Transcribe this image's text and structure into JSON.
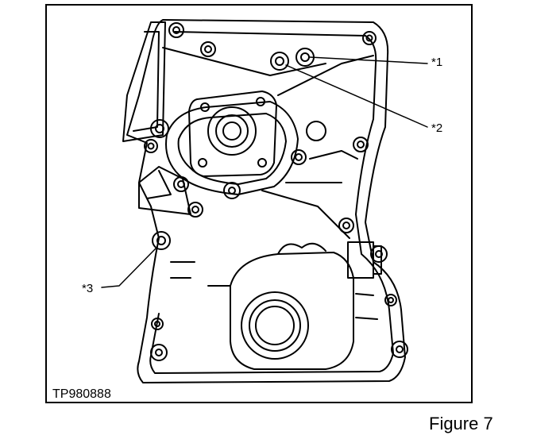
{
  "figure": {
    "drawing_code": "TP980888",
    "caption": "Figure 7"
  },
  "callouts": [
    {
      "id": "callout-1",
      "label": "*1"
    },
    {
      "id": "callout-2",
      "label": "*2"
    },
    {
      "id": "callout-3",
      "label": "*3"
    }
  ],
  "colors": {
    "line": "#000000",
    "background": "#ffffff"
  }
}
